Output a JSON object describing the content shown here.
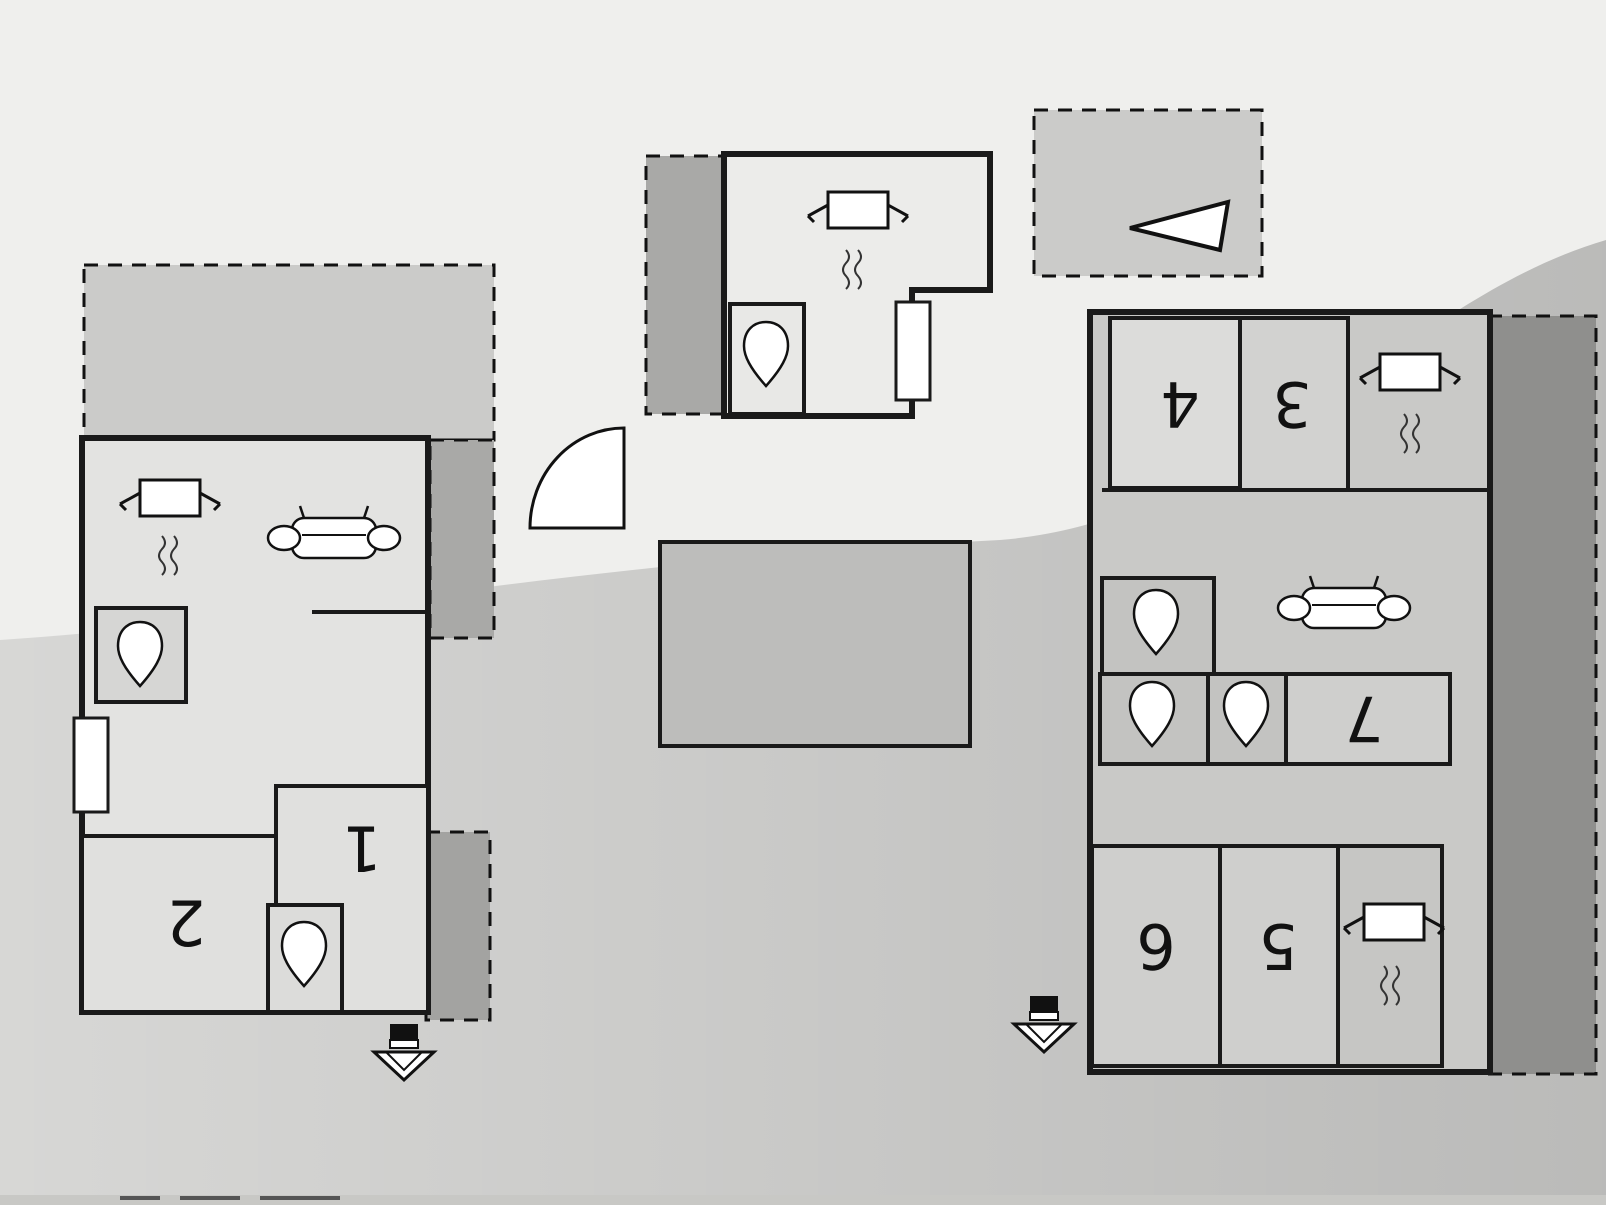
{
  "building_a": {
    "rooms": [
      "1",
      "2"
    ]
  },
  "building_b": {
    "rooms": [
      "3",
      "4",
      "5",
      "6",
      "7"
    ]
  },
  "icons": [
    "bed-icon",
    "heater-icon",
    "sofa-icon",
    "toilet-icon",
    "door-swing-icon",
    "entrance-arrow-icon",
    "direction-triangle-icon"
  ],
  "colors": {
    "paper": "#efefed",
    "shade": "#c6c6c4",
    "terrace": "#a9a9a7",
    "wall": "#1a1a1a"
  }
}
